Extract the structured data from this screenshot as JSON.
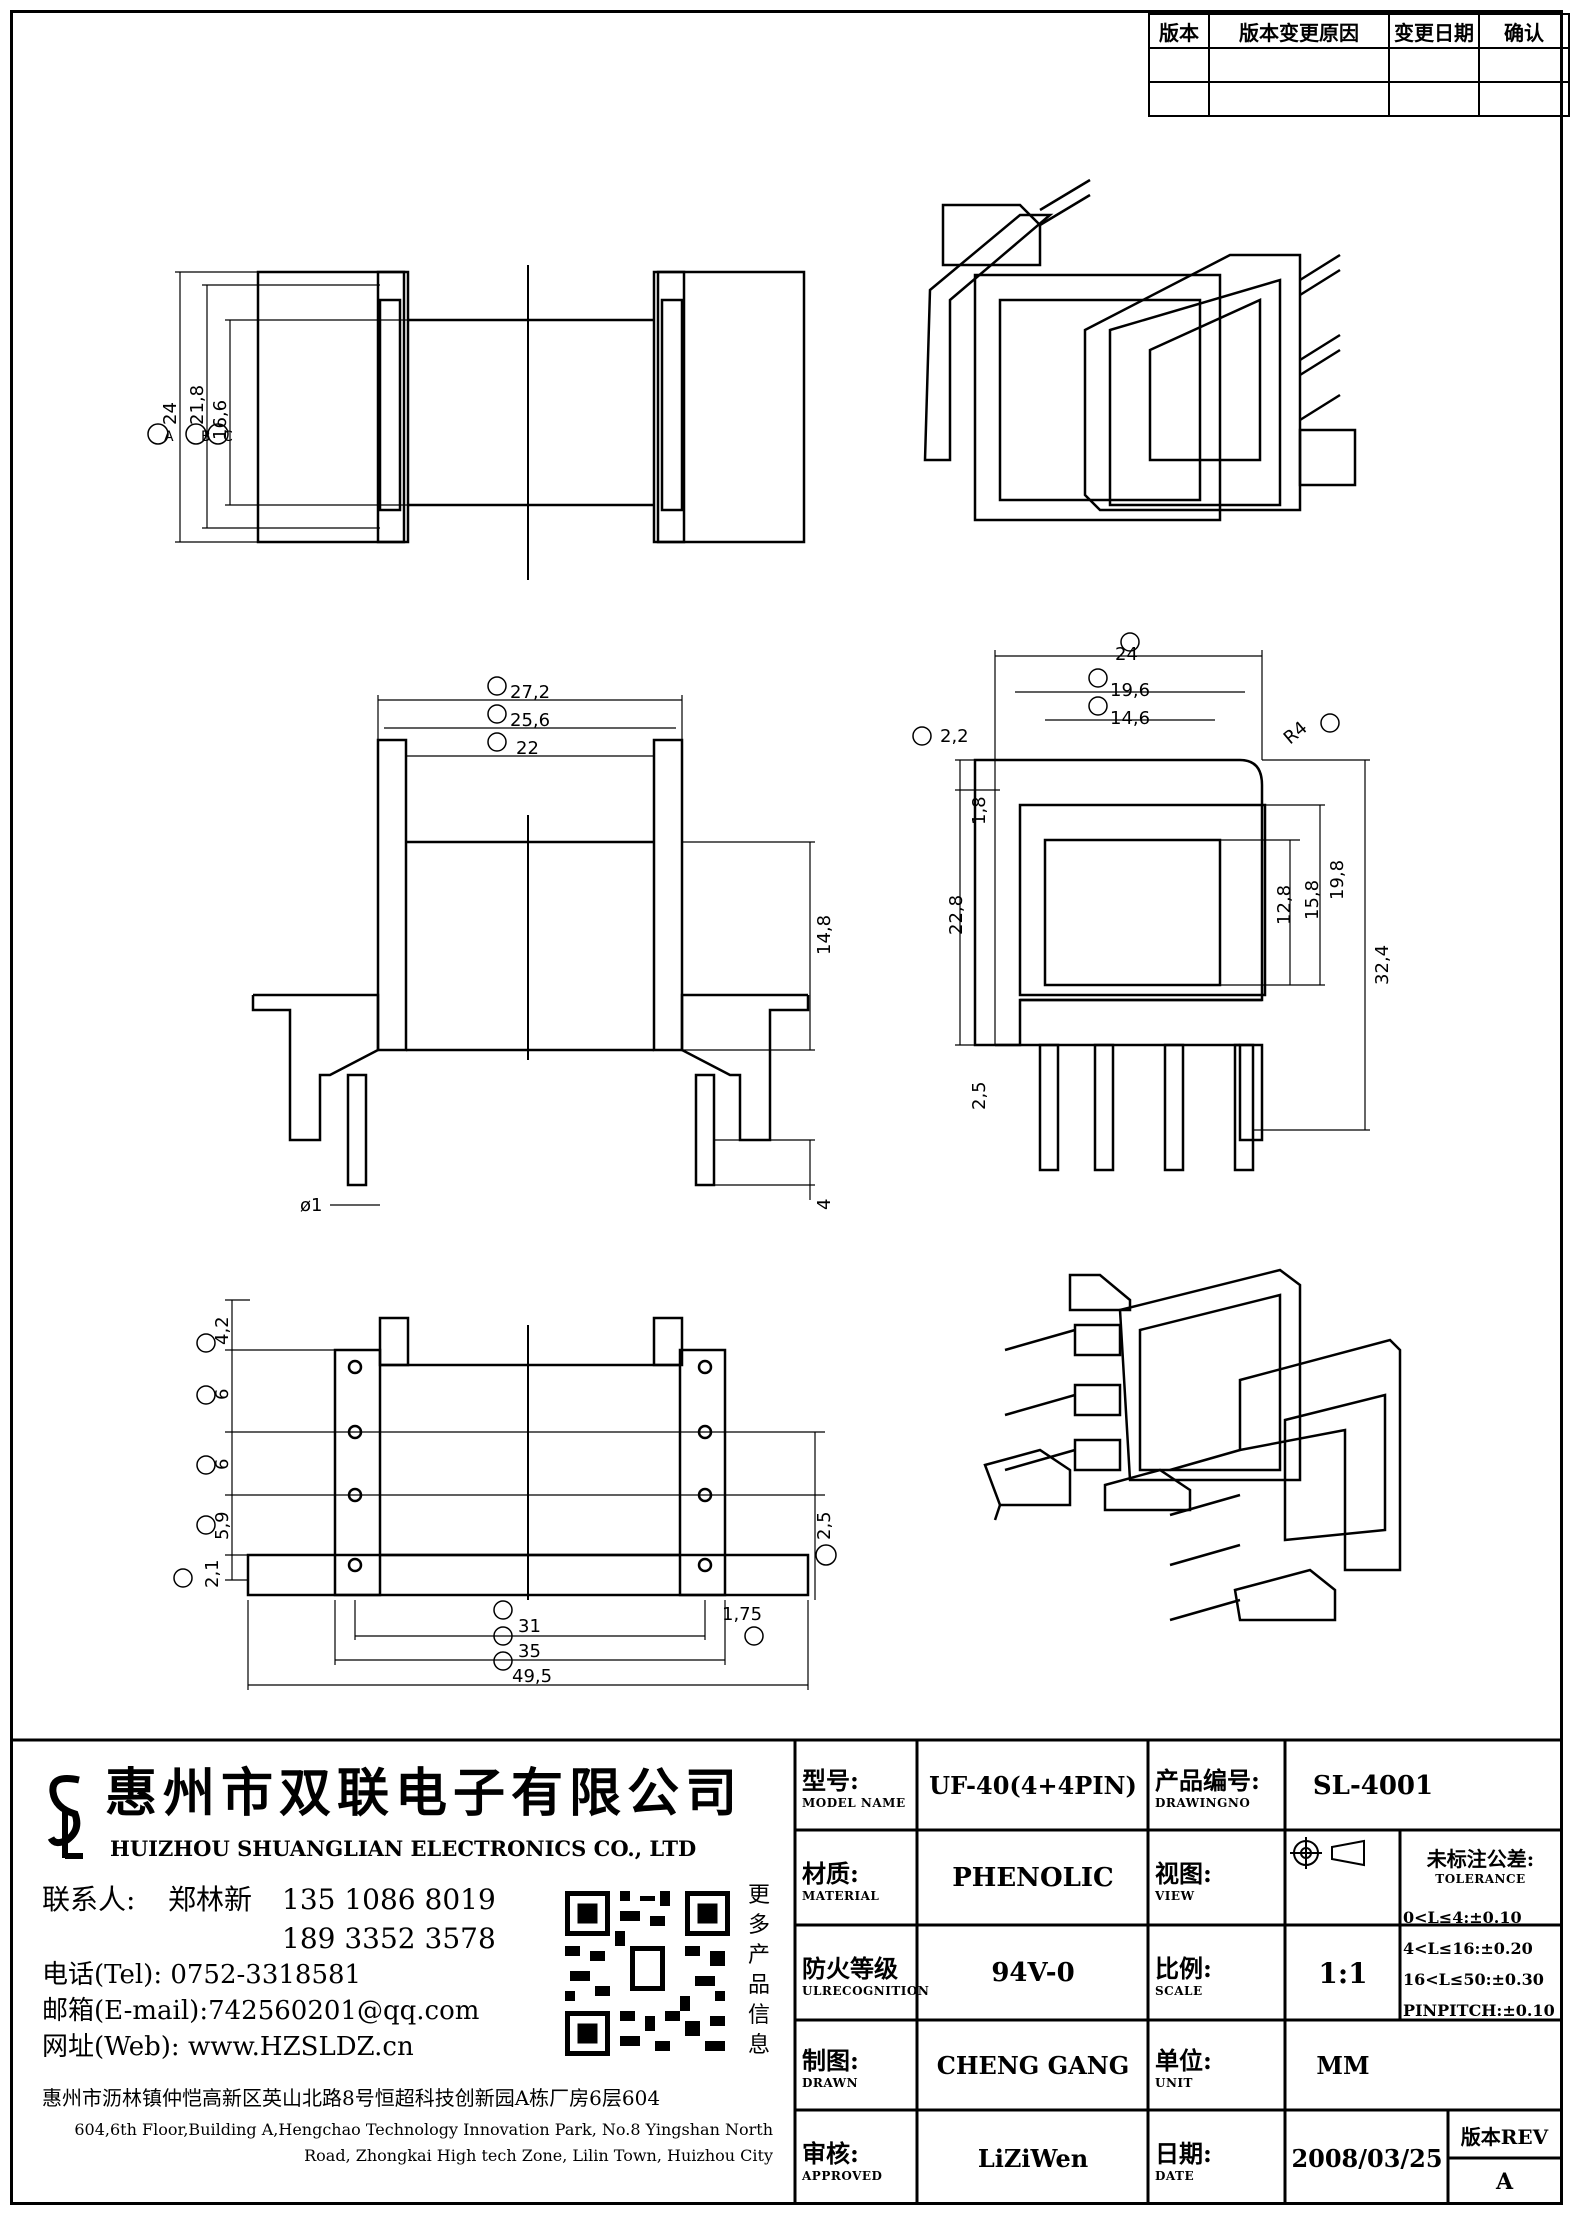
{
  "revision_table": {
    "headers": [
      "版本",
      "版本变更原因",
      "变更日期",
      "确认"
    ]
  },
  "dimensions": {
    "side_view": {
      "A": "24",
      "B": "21,8",
      "C": "16,6"
    },
    "front_view": {
      "D": "27,2",
      "E": "25,6",
      "F": "22",
      "height": "14,8",
      "pin_dia": "ø1",
      "pin_len": "4"
    },
    "end_view": {
      "G": "24",
      "H": "19,6",
      "I": "14,6",
      "J": "2,2",
      "K": "1,8",
      "L": "22,8",
      "M": "2,5",
      "N": "R4",
      "O": "15,8",
      "P": "12,8",
      "Q": "19,8",
      "V": "32,4"
    },
    "bottom_view": {
      "R": "4,2",
      "S": "6",
      "T": "6",
      "Y": "5,9",
      "Z": "2,1",
      "A1": "2,5",
      "B1": "1,75",
      "W": "31",
      "X": "35",
      "Q2": "49,5"
    }
  },
  "company": {
    "name_cn": "惠州市双联电子有限公司",
    "name_en": "HUIZHOU SHUANGLIAN ELECTRONICS CO., LTD",
    "contact_label": "联系人:",
    "contact_name": "郑林新",
    "phone1": "135 1086 8019",
    "phone2": "189 3352 3578",
    "tel": "电话(Tel): 0752-3318581",
    "email": "邮箱(E-mail):742560201@qq.com",
    "web": "网址(Web): www.HZSLDZ.cn",
    "qr_caption": [
      "更",
      "多",
      "产",
      "品",
      "信",
      "息"
    ],
    "address_cn": "惠州市沥林镇仲恺高新区英山北路8号恒超科技创新园A栋厂房6层604",
    "address_en_1": "604,6th Floor,Building A,Hengchao Technology Innovation Park, No.8 Yingshan North",
    "address_en_2": "Road, Zhongkai High tech Zone, Lilin Town, Huizhou City"
  },
  "title_block": {
    "model_label_cn": "型号:",
    "model_label_en": "MODEL NAME",
    "model": "UF-40(4+4PIN)",
    "drawing_label_cn": "产品编号:",
    "drawing_label_en": "DRAWINGNO",
    "drawing_no": "SL-4001",
    "material_label_cn": "材质:",
    "material_label_en": "MATERIAL",
    "material": "PHENOLIC",
    "view_label_cn": "视图:",
    "view_label_en": "VIEW",
    "fire_label_cn": "防火等级",
    "fire_label_en": "ULRECOGNITION",
    "fire": "94V-0",
    "scale_label_cn": "比例:",
    "scale_label_en": "SCALE",
    "scale": "1:1",
    "drawn_label_cn": "制图:",
    "drawn_label_en": "DRAWN",
    "drawn": "CHENG GANG",
    "unit_label_cn": "单位:",
    "unit_label_en": "UNIT",
    "unit": "MM",
    "approved_label_cn": "审核:",
    "approved_label_en": "APPROVED",
    "approved": "LiZiWen",
    "date_label_cn": "日期:",
    "date_label_en": "DATE",
    "date": "2008/03/25",
    "rev_label": "版本REV",
    "rev": "A",
    "tolerance_title": "未标注公差:",
    "tolerance_en": "TOLERANCE",
    "tol1": "0<L≤4:±0.10",
    "tol2": "4<L≤16:±0.20",
    "tol3": "16<L≤50:±0.30",
    "tol4": "PINPITCH:±0.10"
  }
}
